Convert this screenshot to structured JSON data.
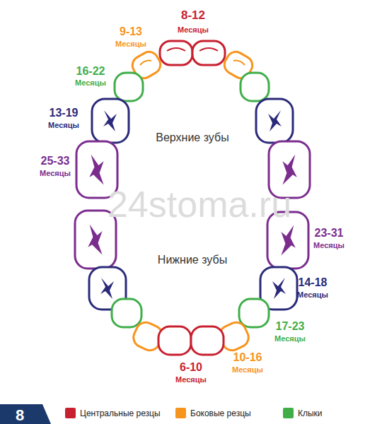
{
  "diagram": {
    "labels": [
      "8-12",
      "Месяцы",
      "9-13",
      "Месяцы",
      "16-22",
      "Месяцы",
      "13-19",
      "Месяцы",
      "Верхние зубы",
      "25-33",
      "Месяцы",
      "24stoma.ru",
      "23-31",
      "Месяцы",
      "Нижние зубы",
      "14-18",
      "Месяцы",
      "17-23",
      "Месяцы",
      "10-16",
      "Месяцы",
      "6-10",
      "Месяцы",
      "8"
    ],
    "legend": [
      {
        "text": "Центральные резцы",
        "color": "#c8202f"
      },
      {
        "text": "Боковые резцы",
        "color": "#f7941d"
      },
      {
        "text": "Клыки",
        "color": "#3fae49"
      }
    ]
  }
}
